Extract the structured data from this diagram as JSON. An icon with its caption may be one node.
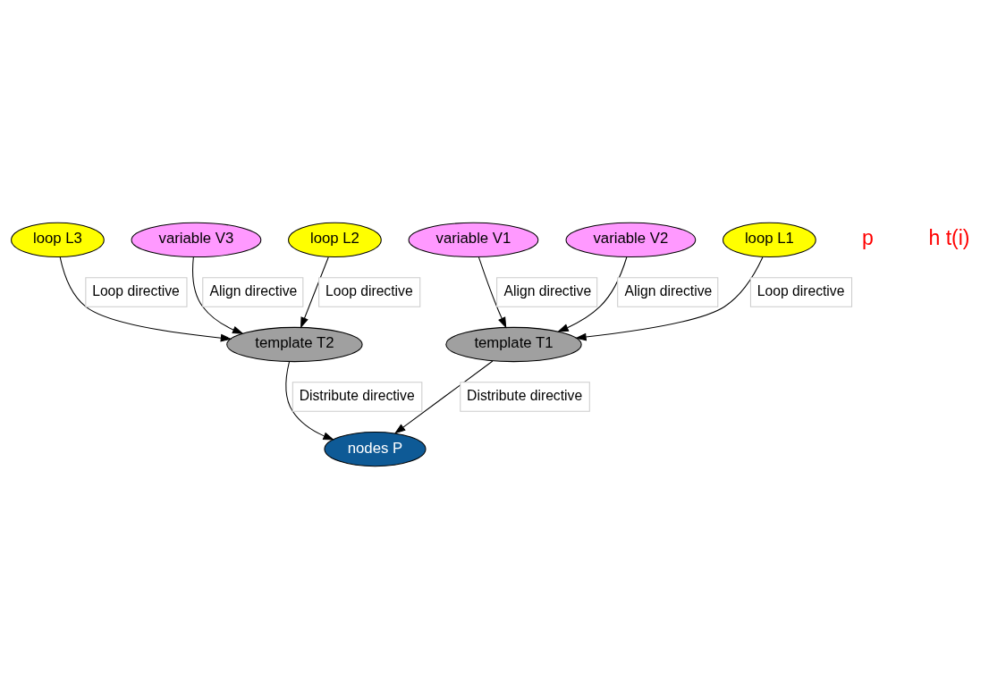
{
  "diagram": {
    "nodes": [
      {
        "text": [
          "variable V1"
        ]
      },
      {
        "text": [
          "variable V2"
        ]
      },
      {
        "text": [
          "loop L1"
        ]
      },
      {
        "text": [
          "variable V3"
        ]
      },
      {
        "text": [
          "loop L2"
        ]
      },
      {
        "text": [
          "loop L3"
        ]
      },
      {
        "text": [
          "template T1"
        ]
      },
      {
        "text": [
          "template T2"
        ]
      },
      {
        "text": [
          "nodes P"
        ]
      }
    ],
    "edges": [
      {
        "from": 0,
        "to": 6,
        "arrow": "to",
        "label": "Align directive"
      },
      {
        "from": 1,
        "to": 6,
        "arrow": "to",
        "label": "Align directive"
      },
      {
        "from": 2,
        "to": 6,
        "arrow": "to",
        "label": "Loop directive"
      },
      {
        "from": 3,
        "to": 7,
        "arrow": "to",
        "label": "Align directive"
      },
      {
        "from": 4,
        "to": 7,
        "arrow": "to",
        "label": "Loop directive"
      },
      {
        "from": 5,
        "to": 7,
        "arrow": "to",
        "label": "Loop directive"
      },
      {
        "from": 6,
        "to": 8,
        "arrow": "to",
        "label": "Distribute directive"
      },
      {
        "from": 7,
        "to": 8,
        "arrow": "to",
        "label": "Distribute directive"
      }
    ],
    "labels": [
      "p",
      "h t(i)"
    ]
  }
}
